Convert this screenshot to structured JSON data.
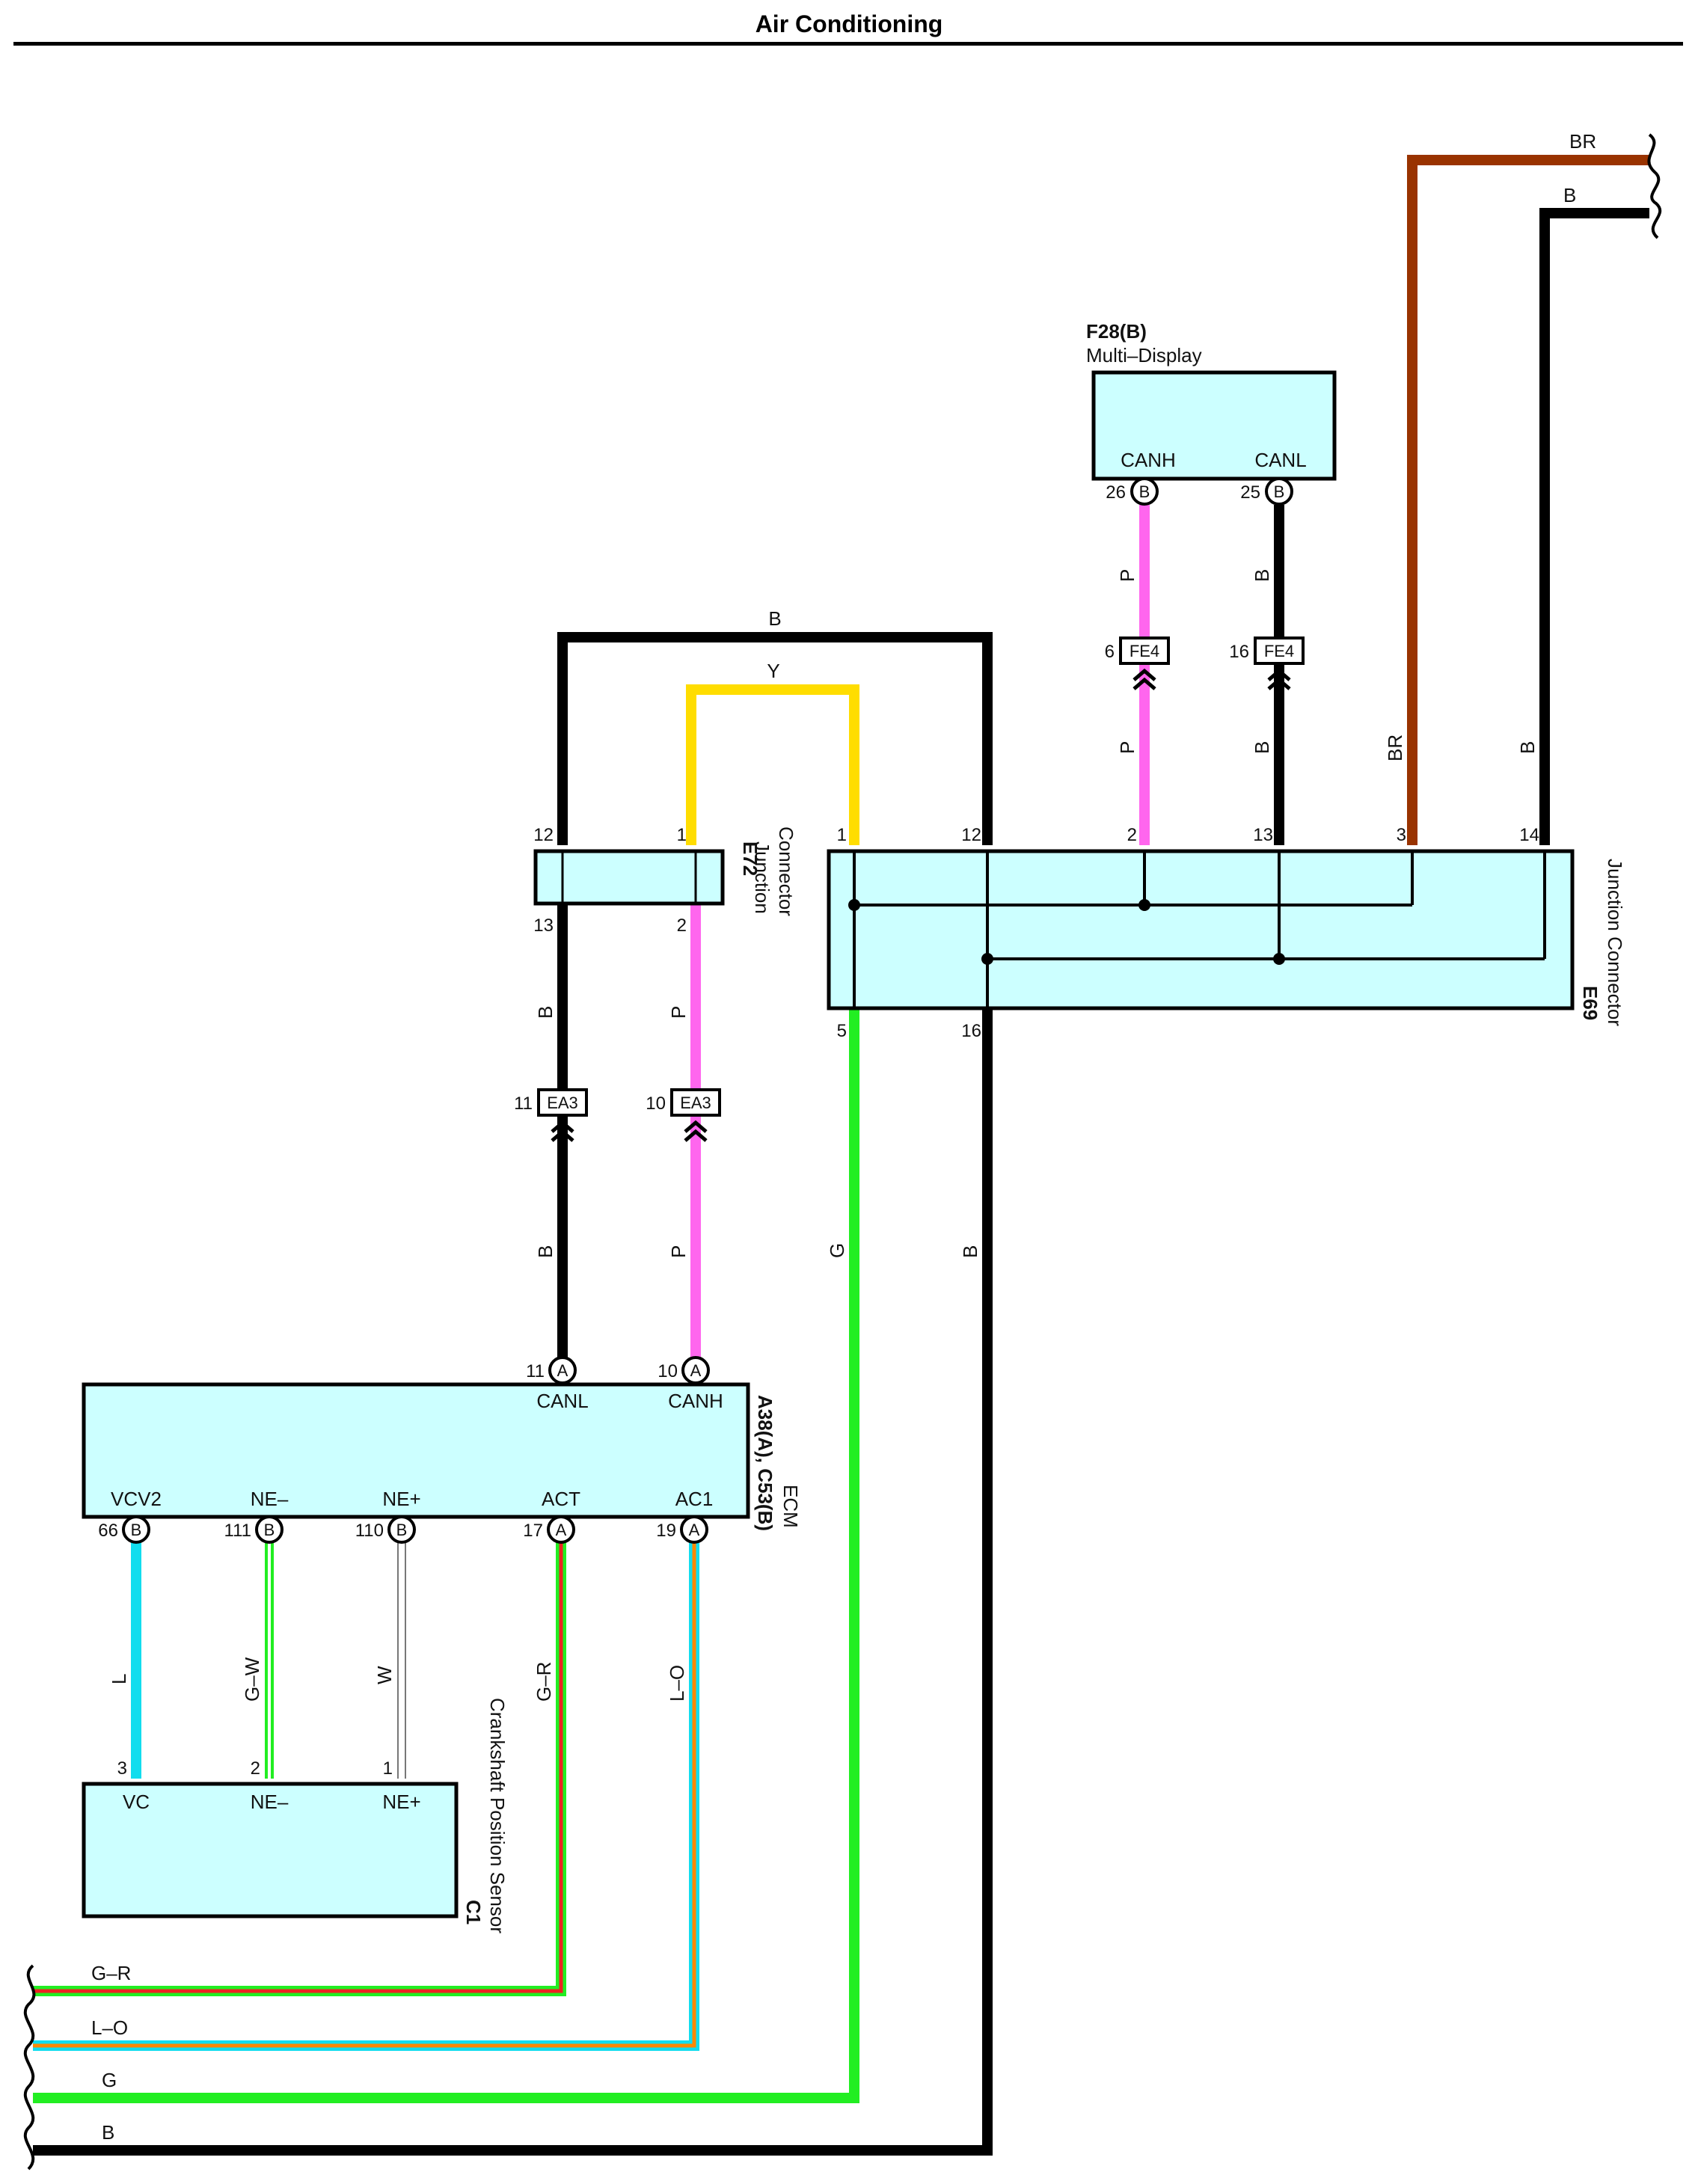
{
  "title": "Air Conditioning",
  "colors": {
    "B": "#000000",
    "BR": "#993300",
    "Y": "#ffdd00",
    "P": "#ff66ee",
    "G": "#22ee22",
    "L": "#11ddee",
    "W": "#ffffff",
    "R": "#ee2222",
    "O": "#ff8800",
    "component_fill": "#ccffff"
  },
  "components": {
    "f28": {
      "id": "F28(B)",
      "name": "Multi–Display",
      "pins": {
        "canh": "CANH",
        "canl": "CANL"
      }
    },
    "e72": {
      "id": "E72",
      "name_line1": "Junction",
      "name_line2": "Connector"
    },
    "e69": {
      "id": "E69",
      "name": "Junction Connector"
    },
    "ecm": {
      "id": "A38(A), C53(B)",
      "name": "ECM",
      "pins": {
        "canl": "CANL",
        "canh": "CANH",
        "vcv2": "VCV2",
        "ne_minus": "NE–",
        "ne_plus": "NE+",
        "act": "ACT",
        "ac1": "AC1"
      }
    },
    "c1": {
      "id": "C1",
      "name": "Crankshaft Position Sensor",
      "pins": {
        "vc": "VC",
        "ne_minus": "NE–",
        "ne_plus": "NE+"
      }
    }
  },
  "pin_numbers": {
    "f28_canh": "26",
    "f28_canl": "25",
    "fe4_a": "6",
    "fe4_b": "16",
    "e72_top_b": "12",
    "e72_top_y": "1",
    "e72_bot_b": "13",
    "e72_bot_p": "2",
    "e69_1": "1",
    "e69_12": "12",
    "e69_2": "2",
    "e69_13": "13",
    "e69_3": "3",
    "e69_14": "14",
    "e69_5": "5",
    "e69_16": "16",
    "ea3_a": "11",
    "ea3_b": "10",
    "ecm_canl": "11",
    "ecm_canh": "10",
    "ecm_vcv2": "66",
    "ecm_ne_minus": "111",
    "ecm_ne_plus": "110",
    "ecm_act": "17",
    "ecm_ac1": "19",
    "c1_vc": "3",
    "c1_ne_minus": "2",
    "c1_ne_plus": "1"
  },
  "connector_letters": {
    "b": "B",
    "a": "A"
  },
  "inline_connectors": {
    "fe4": "FE4",
    "ea3": "EA3"
  },
  "wire_labels": {
    "br_top": "BR",
    "b_top": "B",
    "b_loop": "B",
    "y_loop": "Y",
    "p_f28": "P",
    "p_f28_low": "P",
    "b_f28": "B",
    "b_f28_low": "B",
    "br_vert": "BR",
    "b_vert": "B",
    "b_e72": "B",
    "p_e72": "P",
    "b_ecm": "B",
    "p_ecm": "P",
    "g_vert": "G",
    "b_right": "B",
    "l": "L",
    "gw": "G–W",
    "w": "W",
    "gr": "G–R",
    "lo": "L–O",
    "gr_bottom": "G–R",
    "lo_bottom": "L–O",
    "g_bottom": "G",
    "b_bottom": "B"
  }
}
